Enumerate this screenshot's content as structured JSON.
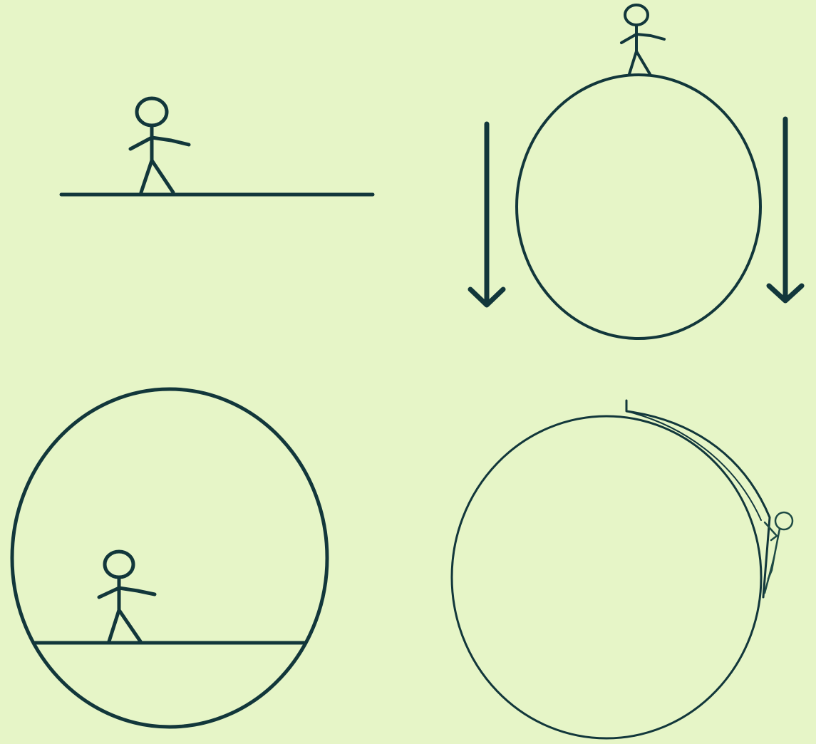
{
  "colors": {
    "background": "#e6f5c7",
    "ink": "#12373b",
    "ink_faint": "#1e4a45"
  },
  "panels": [
    {
      "id": "flat-ground",
      "content": [
        "stick-figure",
        "ground-line"
      ]
    },
    {
      "id": "on-sphere",
      "content": [
        "stick-figure",
        "circle",
        "down-arrow",
        "down-arrow"
      ]
    },
    {
      "id": "inside-sphere",
      "content": [
        "stick-figure",
        "circle",
        "floor-chord"
      ]
    },
    {
      "id": "climbing-sphere",
      "content": [
        "stick-figure",
        "circle",
        "curved-ramp"
      ]
    }
  ]
}
